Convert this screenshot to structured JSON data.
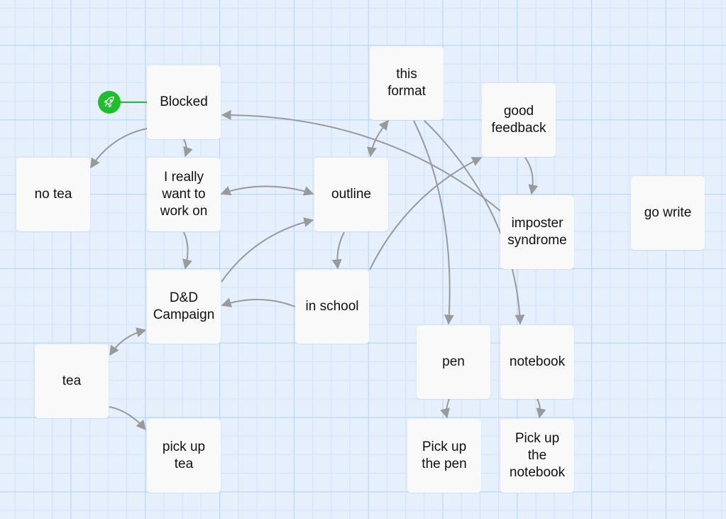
{
  "canvas": {
    "background": "#e6f0fd",
    "grid_minor_color": "#d3e4fb",
    "grid_major_color": "#b9d6f8",
    "edge_color": "#9a9a9a",
    "start_color": "#1fbf2c"
  },
  "start_marker": {
    "icon": "rocket-icon",
    "target": "blocked"
  },
  "nodes": [
    {
      "id": "blocked",
      "label": "Blocked"
    },
    {
      "id": "no-tea",
      "label": "no tea"
    },
    {
      "id": "really-want",
      "label": "I really\nwant to\nwork on"
    },
    {
      "id": "outline",
      "label": "outline"
    },
    {
      "id": "this-format",
      "label": "this\nformat"
    },
    {
      "id": "good-feedback",
      "label": "good\nfeedback"
    },
    {
      "id": "imposter",
      "label": "imposter\nsyndrome"
    },
    {
      "id": "go-write",
      "label": "go write"
    },
    {
      "id": "dnd",
      "label": "D&D\nCampaign"
    },
    {
      "id": "in-school",
      "label": "in school"
    },
    {
      "id": "tea",
      "label": "tea"
    },
    {
      "id": "pick-up-tea",
      "label": "pick up\ntea"
    },
    {
      "id": "pen",
      "label": "pen"
    },
    {
      "id": "notebook",
      "label": "notebook"
    },
    {
      "id": "pick-up-pen",
      "label": "Pick up\nthe pen"
    },
    {
      "id": "pick-up-notebook",
      "label": "Pick up\nthe\nnotebook"
    }
  ],
  "edges": [
    {
      "from": "blocked",
      "to": "no-tea",
      "bidirectional": false
    },
    {
      "from": "blocked",
      "to": "really-want",
      "bidirectional": false
    },
    {
      "from": "really-want",
      "to": "outline",
      "bidirectional": true
    },
    {
      "from": "really-want",
      "to": "dnd",
      "bidirectional": false
    },
    {
      "from": "this-format",
      "to": "outline",
      "bidirectional": true
    },
    {
      "from": "outline",
      "to": "in-school",
      "bidirectional": false
    },
    {
      "from": "dnd",
      "to": "outline",
      "bidirectional": false
    },
    {
      "from": "in-school",
      "to": "dnd",
      "bidirectional": false
    },
    {
      "from": "in-school",
      "to": "good-feedback",
      "bidirectional": false
    },
    {
      "from": "good-feedback",
      "to": "imposter",
      "bidirectional": false
    },
    {
      "from": "imposter",
      "to": "blocked",
      "bidirectional": false
    },
    {
      "from": "this-format",
      "to": "pen",
      "bidirectional": false
    },
    {
      "from": "this-format",
      "to": "notebook",
      "bidirectional": false
    },
    {
      "from": "dnd",
      "to": "tea",
      "bidirectional": true
    },
    {
      "from": "tea",
      "to": "pick-up-tea",
      "bidirectional": false
    },
    {
      "from": "pen",
      "to": "pick-up-pen",
      "bidirectional": false
    },
    {
      "from": "notebook",
      "to": "pick-up-notebook",
      "bidirectional": false
    }
  ]
}
